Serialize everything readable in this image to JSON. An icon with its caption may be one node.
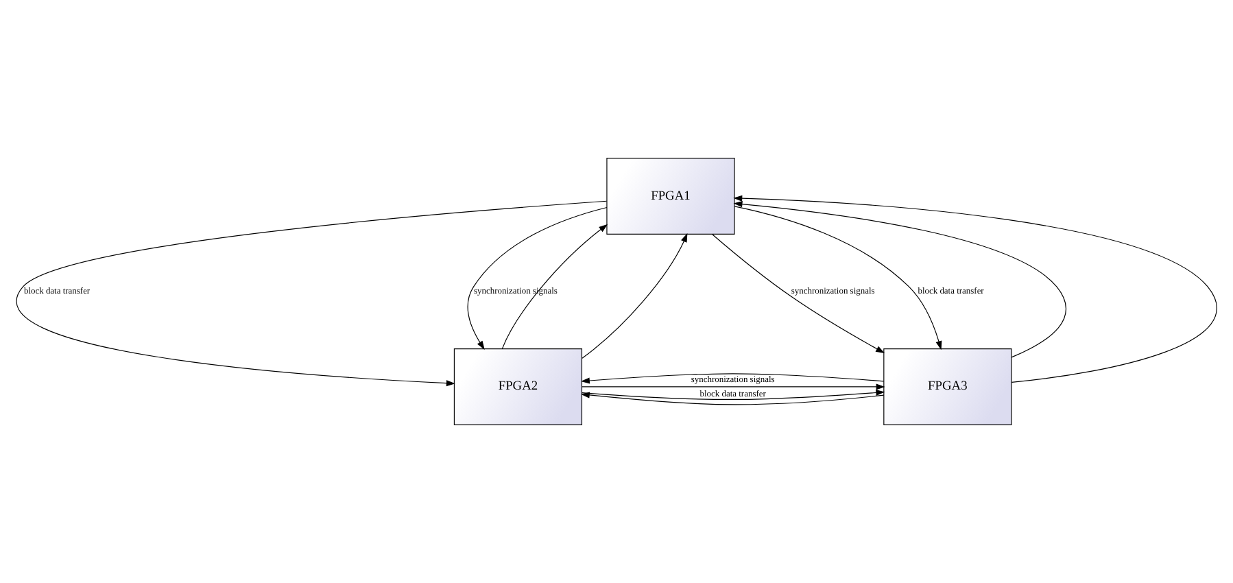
{
  "diagram": {
    "nodes": [
      {
        "text": [
          "FPGA1"
        ]
      },
      {
        "text": [
          "FPGA2"
        ]
      },
      {
        "text": [
          "FPGA3"
        ]
      }
    ],
    "edges": [
      {
        "from": 0,
        "to": 1,
        "arrow": "to",
        "label": "block data transfer"
      },
      {
        "from": 1,
        "to": 0,
        "arrow": "to"
      },
      {
        "from": 1,
        "to": 0,
        "arrow": "to"
      },
      {
        "from": 0,
        "to": 1,
        "arrow": "to",
        "label": "synchronization signals"
      },
      {
        "from": 0,
        "to": 2,
        "arrow": "to",
        "label": "synchronization signals"
      },
      {
        "from": 2,
        "to": 0,
        "arrow": "to"
      },
      {
        "from": 2,
        "to": 0,
        "arrow": "to"
      },
      {
        "from": 0,
        "to": 2,
        "arrow": "to",
        "label": "block data transfer"
      },
      {
        "from": 1,
        "to": 2,
        "arrow": "to",
        "label": "synchronization signals"
      },
      {
        "from": 2,
        "to": 1,
        "arrow": "to"
      },
      {
        "from": 1,
        "to": 2,
        "arrow": "to",
        "label": "block data transfer"
      },
      {
        "from": 2,
        "to": 1,
        "arrow": "to"
      }
    ]
  }
}
